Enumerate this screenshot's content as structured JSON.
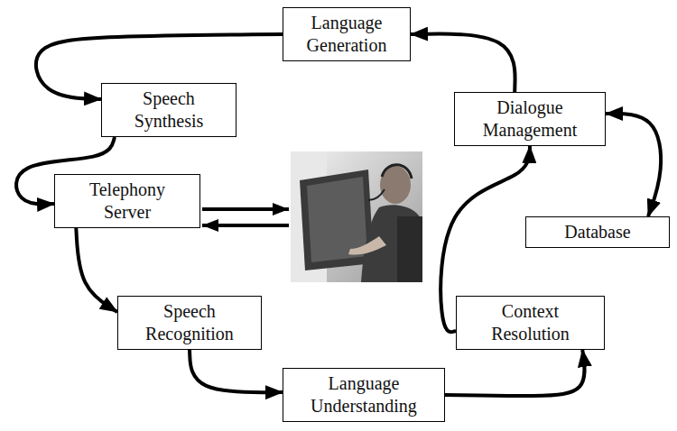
{
  "diagram": {
    "nodes": [
      {
        "text": [
          "Language Generation"
        ]
      },
      {
        "text": [
          "Speech Synthesis"
        ]
      },
      {
        "text": [
          "Dialogue Management"
        ]
      },
      {
        "text": [
          "Telephony Server"
        ]
      },
      {
        "text": [
          "Database"
        ]
      },
      {
        "text": [
          "Speech Recognition"
        ]
      },
      {
        "text": [
          "Context Resolution"
        ]
      },
      {
        "text": [
          "Language Understanding"
        ]
      }
    ],
    "edges": [
      {
        "from": 2,
        "to": 0,
        "arrow": "to"
      },
      {
        "from": 0,
        "to": 1,
        "arrow": "to"
      },
      {
        "from": 1,
        "to": 3,
        "arrow": "to"
      },
      {
        "from": 3,
        "to": 5,
        "arrow": "to"
      },
      {
        "from": 5,
        "to": 7,
        "arrow": "to"
      },
      {
        "from": 7,
        "to": 6,
        "arrow": "to"
      },
      {
        "from": 6,
        "to": 2,
        "arrow": "to"
      },
      {
        "from": 2,
        "to": 4,
        "arrow": "both"
      }
    ]
  }
}
